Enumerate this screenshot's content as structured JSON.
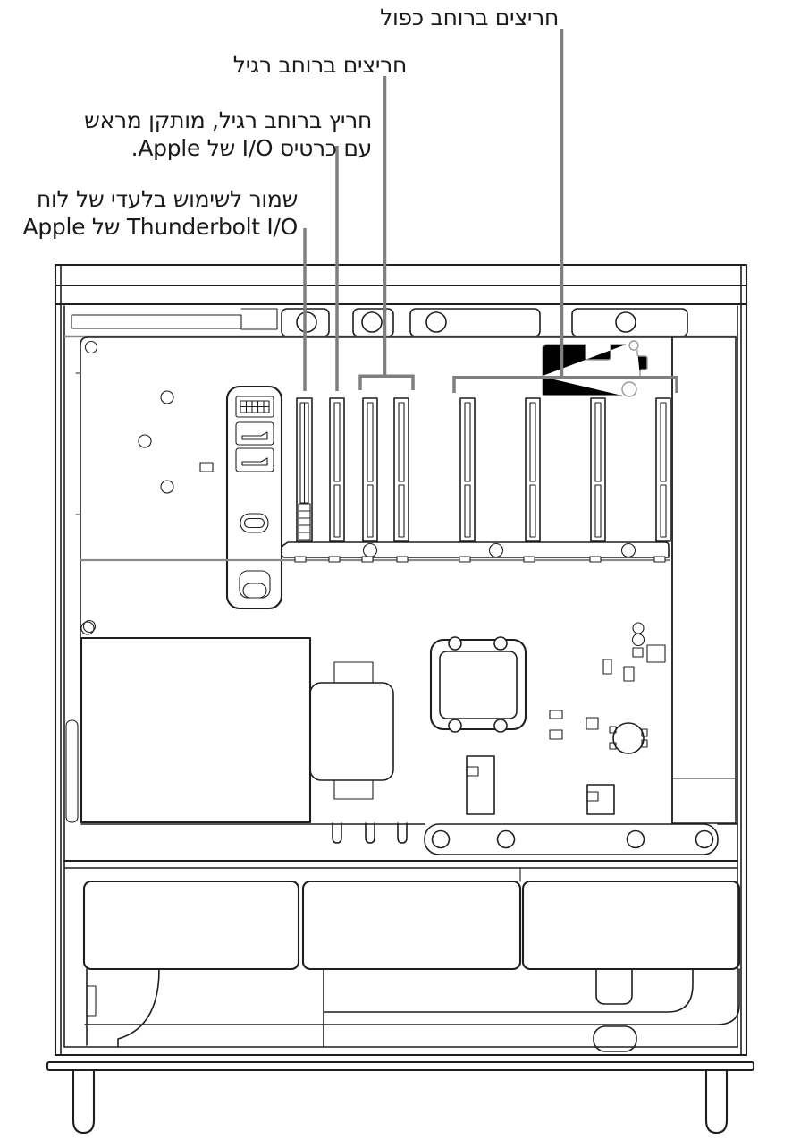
{
  "colors": {
    "background": "#ffffff",
    "drawing_line": "#1f1f1f",
    "callout_line": "#7f7f7f",
    "detail_gray": "#9a9a9a",
    "label_text": "#1a1a1a"
  },
  "callouts": [
    {
      "id": "double-width-slots",
      "lines": [
        "חריצים ברוחב כפול"
      ]
    },
    {
      "id": "regular-width-slots",
      "lines": [
        "חריצים ברוחב רגיל"
      ]
    },
    {
      "id": "io-card-slot",
      "lines": [
        "חריץ ברוחב רגיל, מותקן מראש",
        "עם כרטיס I/O של Apple."
      ]
    },
    {
      "id": "thunderbolt-slot",
      "lines": [
        "שמור לשימוש בלעדי של לוח",
        "Thunderbolt I/O של Apple"
      ]
    }
  ],
  "figure": {
    "pcie_slot_count": 8,
    "double_width_slot_count": 4,
    "regular_width_slot_count": 2
  }
}
